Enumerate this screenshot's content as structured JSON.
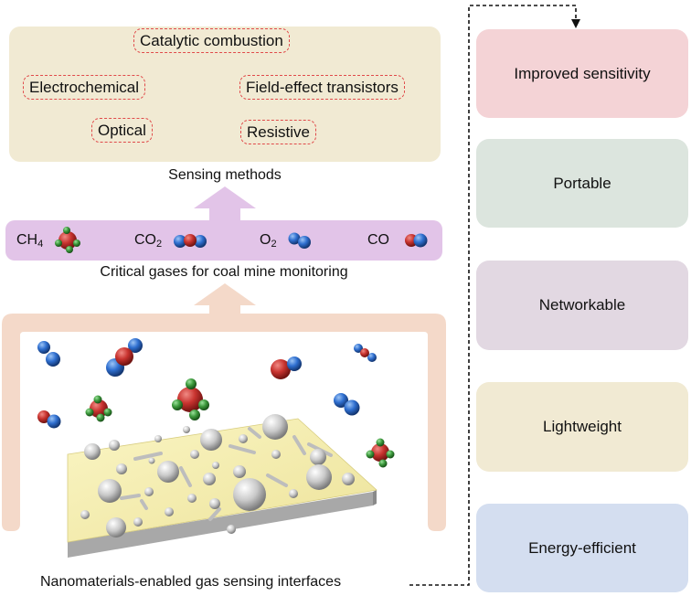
{
  "sensing": {
    "caption": "Sensing methods",
    "methods": [
      "Catalytic combustion",
      "Electrochemical",
      "Field-effect transistors",
      "Optical",
      "Resistive"
    ]
  },
  "gases": {
    "caption": "Critical gases for coal mine monitoring",
    "ch4": {
      "main": "CH",
      "sub": "4"
    },
    "co2": {
      "main": "CO",
      "sub": "2"
    },
    "o2": {
      "main": "O",
      "sub": "2"
    },
    "co": {
      "main": "CO"
    }
  },
  "interface": {
    "caption": "Nanomaterials-enabled gas sensing interfaces"
  },
  "benefits": [
    "Improved sensitivity",
    "Portable",
    "Networkable",
    "Lightweight",
    "Energy-efficient"
  ],
  "colors": {
    "benefit_bg": [
      "#f4d3d6",
      "#dce5de",
      "#e2d8e2",
      "#f1ead3",
      "#d4def0"
    ],
    "methods_panel": "#f1ead3",
    "gas_bar": "#e2c4e8",
    "method_border": "#e04a4a",
    "outline_arrow": "#f4d9c9",
    "up_arrow_purple": "#e2c4e8",
    "carbon_red": "#c8332f",
    "oxygen_blue": "#2f6fd0",
    "hydrogen_green": "#3d9a3d"
  }
}
